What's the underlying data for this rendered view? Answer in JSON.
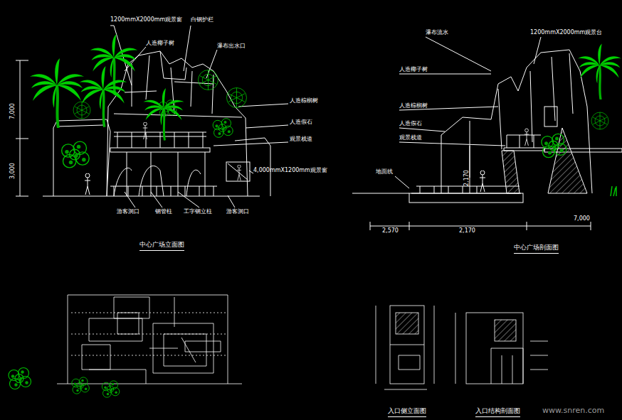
{
  "diagram": {
    "labels": [
      "1200mmX2000mm观景窗",
      "白钢护栏",
      "人造椰子树",
      "瀑布出水口",
      "人造棕榈树",
      "人造假石",
      "观景栈道",
      "4,000mmX1200mm观景窗",
      "游客洞口",
      "钢管柱",
      "工字钢立柱",
      "游客洞口",
      "7,000",
      "3,000",
      "中心广场立面图",
      "瀑布流水",
      "1200mmX2000mm观景台",
      "人造椰子树",
      "人造棕榈树",
      "人造假石",
      "观景栈道",
      "地面线",
      "2,170",
      "2,570",
      "2,170",
      "7,000",
      "中心广场剖面图",
      "入口侧立面图",
      "入口结构剖面图",
      "www.snren.com"
    ]
  }
}
